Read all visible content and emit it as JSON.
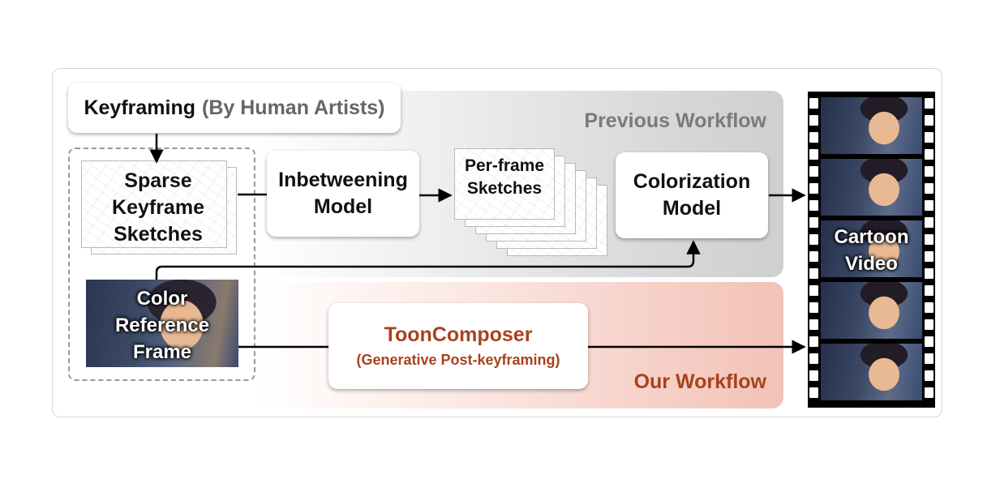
{
  "keyframing": {
    "title": "Keyframing",
    "subtitle": "(By Human Artists)"
  },
  "workflow_labels": {
    "previous": "Previous Workflow",
    "ours": "Our Workflow"
  },
  "inputs": {
    "sparse_sketches": [
      "Sparse",
      "Keyframe",
      "Sketches"
    ],
    "color_reference": [
      "Color",
      "Reference",
      "Frame"
    ]
  },
  "previous_workflow": {
    "inbetweening_model": [
      "Inbetweening",
      "Model"
    ],
    "per_frame_sketches": [
      "Per-frame",
      "Sketches"
    ],
    "colorization_model": [
      "Colorization",
      "Model"
    ]
  },
  "our_workflow": {
    "name": "ToonComposer",
    "description": "(Generative Post-keyframing)"
  },
  "output": {
    "label": [
      "Cartoon",
      "Video"
    ]
  },
  "colors": {
    "our_accent": "#a8421e",
    "previous_label": "#7a7a7a",
    "previous_band": "#d9d9d9",
    "our_band": "#f6d1c8",
    "arrow": "#000000"
  }
}
